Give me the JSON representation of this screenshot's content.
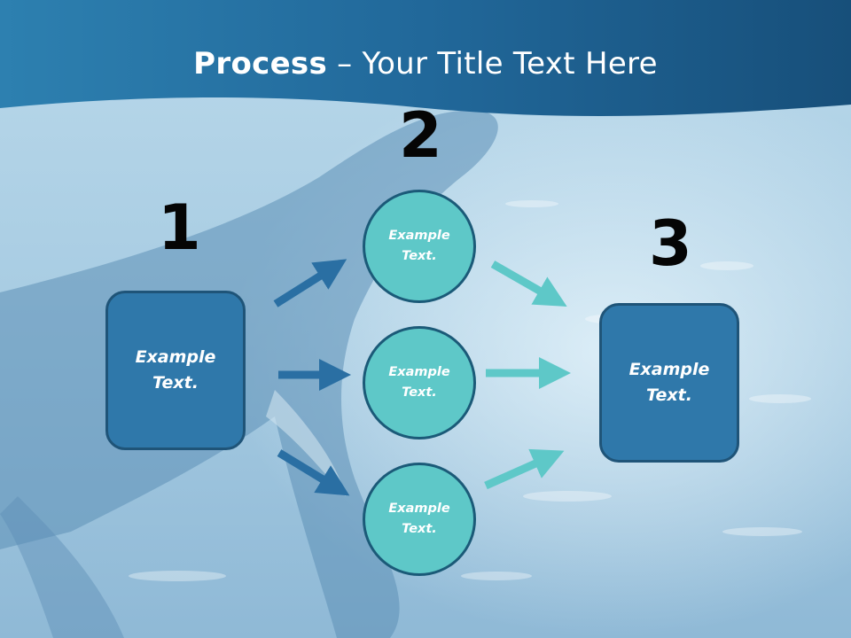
{
  "title": {
    "bold": "Process",
    "rest": " – Your Title Text Here"
  },
  "steps": [
    {
      "number": "1",
      "label_line1": "Example",
      "label_line2": "Text."
    },
    {
      "number": "2",
      "label_line1": "Example",
      "label_line2": "Text."
    },
    {
      "number": "3",
      "label_line1": "Example",
      "label_line2": "Text."
    }
  ],
  "circles": [
    {
      "line1": "Example",
      "line2": "Text."
    },
    {
      "line1": "Example",
      "line2": "Text."
    },
    {
      "line1": "Example",
      "line2": "Text."
    }
  ],
  "colors": {
    "banner": "#1f5f8e",
    "box_fill": "#2f78aa",
    "circle_fill": "#5ec8c8",
    "arrow_dark": "#2a6fa3",
    "arrow_light": "#5ec8c8"
  }
}
